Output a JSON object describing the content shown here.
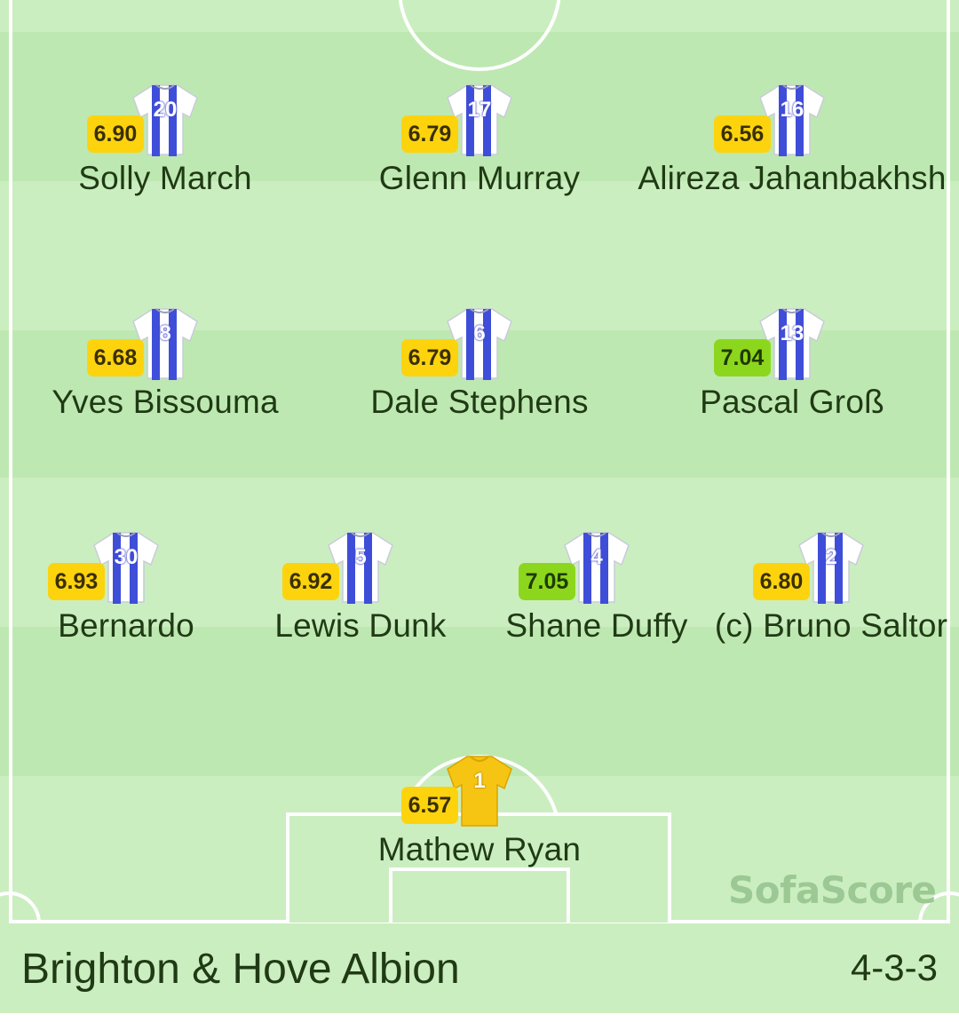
{
  "team": {
    "name": "Brighton & Hove Albion",
    "formation": "4-3-3"
  },
  "watermark": "SofaScore",
  "colors": {
    "pitch_light": "#cbeec0",
    "pitch_dark": "#bee8b1",
    "rating_yellow": "#fdd30e",
    "rating_green": "#8cd71d",
    "outfield_shirt_stripe": "#3f4ed8",
    "goalkeeper_shirt": "#f6c514"
  },
  "players": [
    {
      "name": "Solly March",
      "number": "20",
      "rating": "6.90",
      "rating_level": "average",
      "role": "forward"
    },
    {
      "name": "Glenn Murray",
      "number": "17",
      "rating": "6.79",
      "rating_level": "average",
      "role": "forward"
    },
    {
      "name": "Alireza Jahanbakhsh",
      "number": "16",
      "rating": "6.56",
      "rating_level": "average",
      "role": "forward"
    },
    {
      "name": "Yves Bissouma",
      "number": "8",
      "rating": "6.68",
      "rating_level": "average",
      "role": "midfielder"
    },
    {
      "name": "Dale Stephens",
      "number": "6",
      "rating": "6.79",
      "rating_level": "average",
      "role": "midfielder"
    },
    {
      "name": "Pascal Groß",
      "number": "13",
      "rating": "7.04",
      "rating_level": "good",
      "role": "midfielder"
    },
    {
      "name": "Bernardo",
      "number": "30",
      "rating": "6.93",
      "rating_level": "average",
      "role": "defender"
    },
    {
      "name": "Lewis Dunk",
      "number": "5",
      "rating": "6.92",
      "rating_level": "average",
      "role": "defender"
    },
    {
      "name": "Shane Duffy",
      "number": "4",
      "rating": "7.05",
      "rating_level": "good",
      "role": "defender"
    },
    {
      "name": "(c) Bruno Saltor",
      "number": "2",
      "rating": "6.80",
      "rating_level": "average",
      "role": "defender"
    },
    {
      "name": "Mathew Ryan",
      "number": "1",
      "rating": "6.57",
      "rating_level": "average",
      "role": "goalkeeper"
    }
  ]
}
